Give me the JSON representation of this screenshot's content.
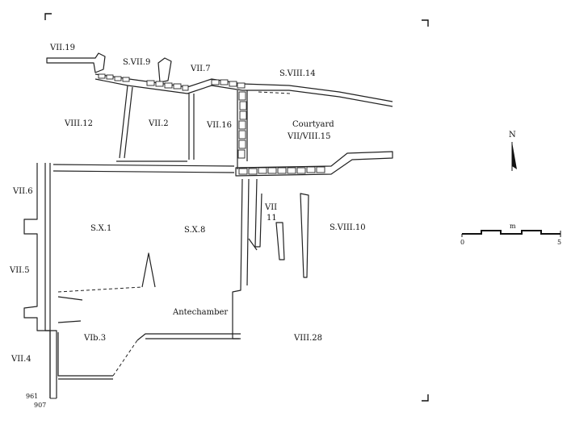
{
  "plan": {
    "rooms": {
      "vii19": "VII.19",
      "svii9": "S.VII.9",
      "vii7": "VII.7",
      "sviii14": "S.VIII.14",
      "viii12": "VIII.12",
      "vii2": "VII.2",
      "vii16": "VII.16",
      "courtyard_line1": "Courtyard",
      "courtyard_line2": "VII/VIII.15",
      "vii6": "VII.6",
      "sx1": "S.X.1",
      "sx8": "S.X.8",
      "vii11_line1": "VII",
      "vii11_line2": "11",
      "sviii10": "S.VIII.10",
      "vii5": "VII.5",
      "antechamber": "Antechamber",
      "vib3": "VIb.3",
      "viii28": "VIII.28",
      "vii4": "VII.4",
      "elev1": "961",
      "elev2": "907"
    },
    "north_label": "N",
    "scale": {
      "unit": "m",
      "start": "0",
      "end": "5"
    }
  }
}
